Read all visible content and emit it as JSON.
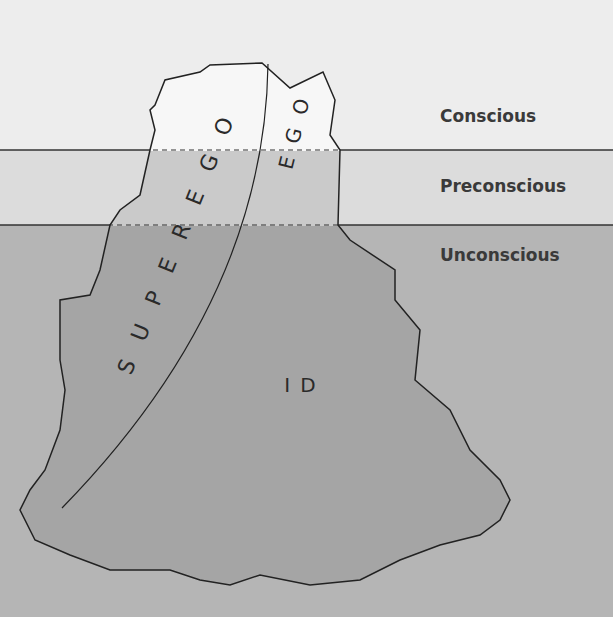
{
  "diagram": {
    "nodes": [
      {
        "text": [
          "Conscious"
        ]
      },
      {
        "text": [
          "Preconscious"
        ]
      },
      {
        "text": [
          "Unconscious"
        ]
      }
    ],
    "labels": [
      "SUPEREGO",
      "EGO",
      "ID"
    ]
  }
}
